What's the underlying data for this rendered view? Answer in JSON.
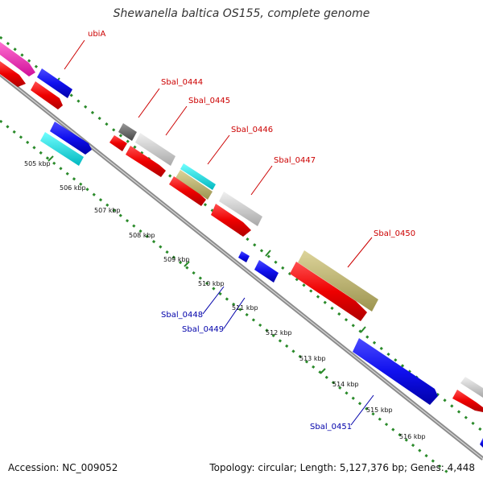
{
  "title": "Shewanella baltica OS155, complete genome",
  "accession": "Accession: NC_009052",
  "summary": "Topology: circular; Length: 5,127,376 bp; Genes: 4,448",
  "colors": {
    "forward_label": "#cc0000",
    "reverse_label": "#0000aa",
    "backbone": "#8c8c8c",
    "tick": "#2a8a2a"
  },
  "kbp_labels": [
    "505 kbp",
    "506 kbp",
    "507 kbp",
    "508 kbp",
    "509 kbp",
    "510 kbp",
    "511 kbp",
    "512 kbp",
    "513 kbp",
    "514 kbp",
    "515 kbp",
    "516 kbp"
  ],
  "gene_labels": [
    {
      "name": "ubiA",
      "strand": "forward"
    },
    {
      "name": "Sbal_0444",
      "strand": "forward"
    },
    {
      "name": "Sbal_0445",
      "strand": "forward"
    },
    {
      "name": "Sbal_0446",
      "strand": "forward"
    },
    {
      "name": "Sbal_0447",
      "strand": "forward"
    },
    {
      "name": "Sbal_0450",
      "strand": "forward"
    },
    {
      "name": "Sbal_0448",
      "strand": "reverse"
    },
    {
      "name": "Sbal_0449",
      "strand": "reverse"
    },
    {
      "name": "Sbal_0451",
      "strand": "reverse"
    }
  ]
}
